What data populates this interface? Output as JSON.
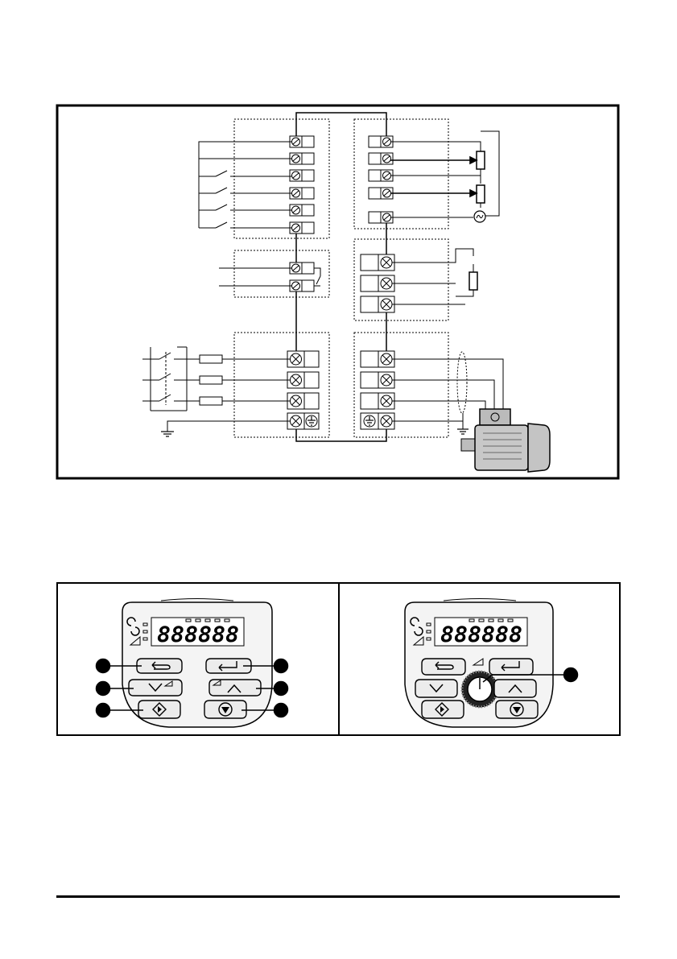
{
  "wiring_diagram": {
    "control_signal_terminals": 6,
    "relay_terminals": 2,
    "supply_phase_terminals": 3,
    "analog_io_terminals": 5,
    "brake_resistor_terminals": 3,
    "motor_terminals": 4
  },
  "keypads": {
    "left": {
      "display_digits": 6,
      "callouts": 6
    },
    "right": {
      "display_digits": 6,
      "callouts": 1,
      "has_speed_knob": true
    }
  },
  "colors": {
    "ink": "#000000",
    "paper": "#ffffff",
    "motor_body": "#c8c8c8",
    "keypad_body": "#f4f4f4"
  }
}
